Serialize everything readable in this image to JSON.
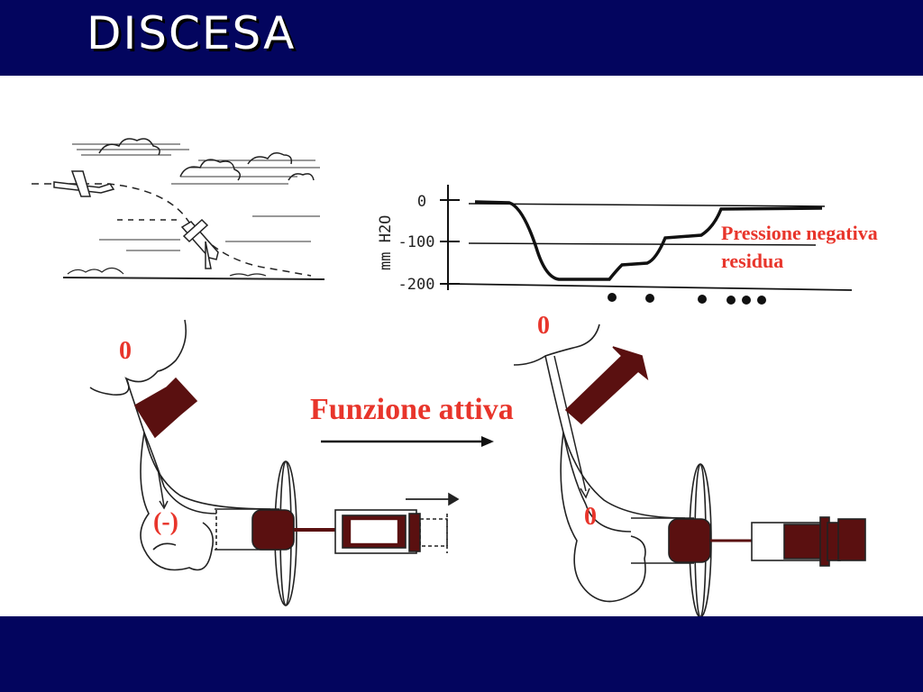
{
  "slide": {
    "title": "DISCESA"
  },
  "labels": {
    "pressione_line1": "Pressione negativa",
    "pressione_line2": "residua",
    "zero": "0",
    "minus": "(-)",
    "funzione": "Funzione attiva"
  },
  "graph": {
    "ylabel": "mm H2O",
    "yticks": [
      "0",
      "-100",
      "-200"
    ]
  },
  "colors": {
    "bar": "#03055e",
    "accent_text": "#e8352b",
    "drawing": "#5a1010"
  }
}
